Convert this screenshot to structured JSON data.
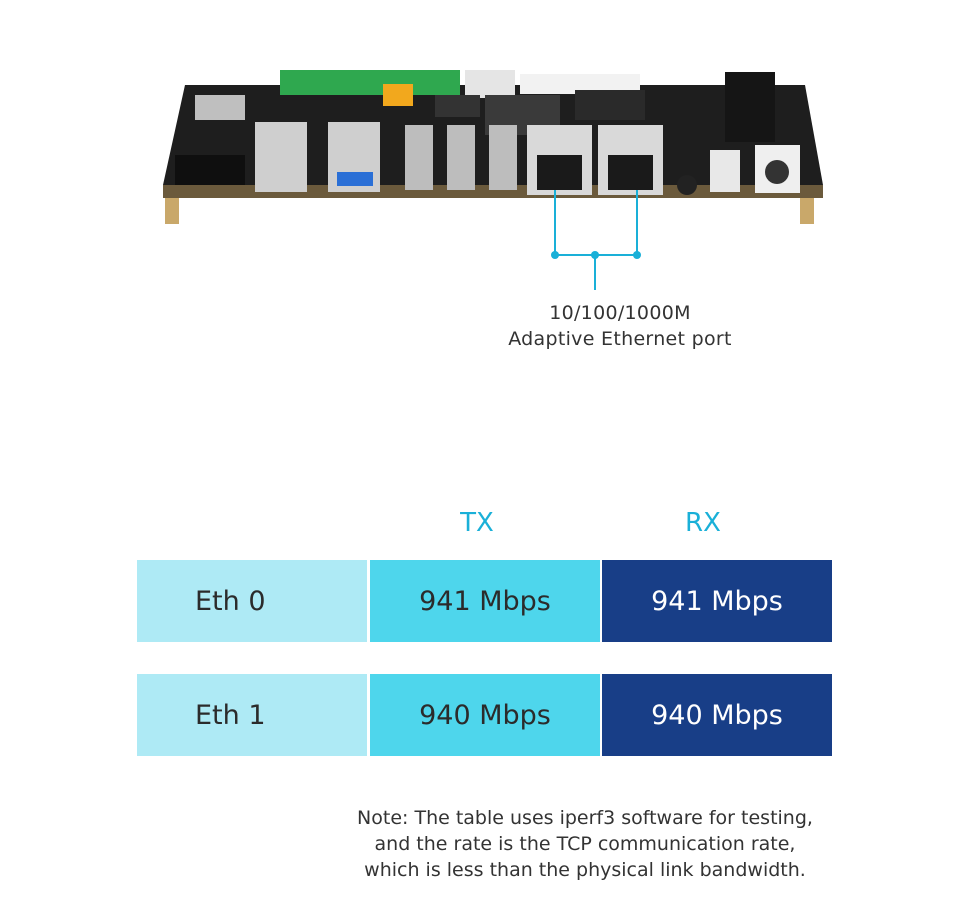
{
  "callout": {
    "line1": "10/100/1000M",
    "line2": "Adaptive Ethernet port"
  },
  "table": {
    "headers": {
      "tx": "TX",
      "rx": "RX"
    },
    "rows": [
      {
        "name": "Eth 0",
        "tx": "941 Mbps",
        "rx": "941 Mbps"
      },
      {
        "name": "Eth 1",
        "tx": "940 Mbps",
        "rx": "940 Mbps"
      }
    ]
  },
  "note": {
    "line1": "Note: The table uses iperf3 software for testing,",
    "line2": "and the rate is the TCP communication rate,",
    "line3": "which is less than the physical link bandwidth."
  },
  "colors": {
    "accent": "#1ab0d8",
    "name_cell": "#aeeaf5",
    "tx_cell": "#4ed6ec",
    "rx_cell": "#183e87"
  }
}
